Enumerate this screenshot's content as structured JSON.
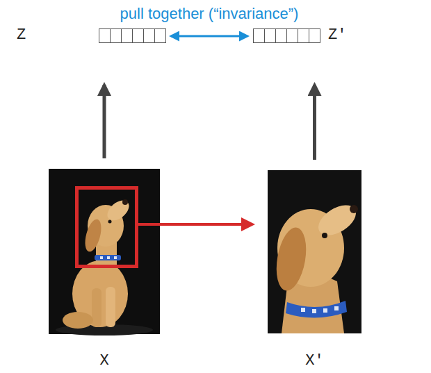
{
  "diagram": {
    "nodes": [
      {
        "text": [
          "Z"
        ]
      },
      {
        "text": [
          "Z′"
        ]
      },
      {
        "text": [
          "X"
        ]
      },
      {
        "text": [
          "X′"
        ]
      }
    ],
    "edges": [
      {
        "from": 0,
        "to": 1,
        "arrow": "both",
        "label": "pull together (“invariance”)"
      },
      {
        "from": 2,
        "to": 0,
        "arrow": "to"
      },
      {
        "from": 3,
        "to": 1,
        "arrow": "to"
      },
      {
        "from": 2,
        "to": 3,
        "arrow": "to"
      }
    ]
  }
}
